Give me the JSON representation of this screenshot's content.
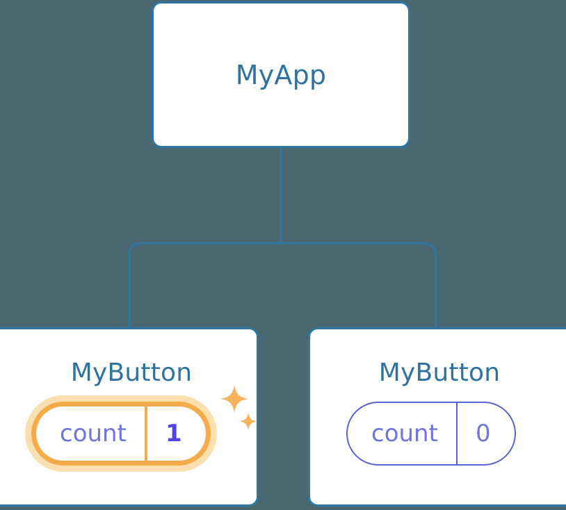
{
  "diagram": {
    "type": "component-tree",
    "background_color": "#4b6771",
    "edge_color": "#2f77a3"
  },
  "root": {
    "title": "MyApp",
    "border_color": "#2f77a3",
    "text_color": "#2f72a0"
  },
  "children": [
    {
      "title": "MyButton",
      "state": {
        "key": "count",
        "value": "1"
      },
      "highlighted": true,
      "highlight_color": "#f5ab4a",
      "glow_color": "#fbdfb0",
      "value_color": "#5145e8",
      "sparkle_color": "#f7b35c",
      "sparkle_icons": [
        "sparkle-large-icon",
        "sparkle-small-icon"
      ]
    },
    {
      "title": "MyButton",
      "state": {
        "key": "count",
        "value": "0"
      },
      "highlighted": false,
      "pill_color": "#5a62d4",
      "value_color": "#6f74e0"
    }
  ]
}
